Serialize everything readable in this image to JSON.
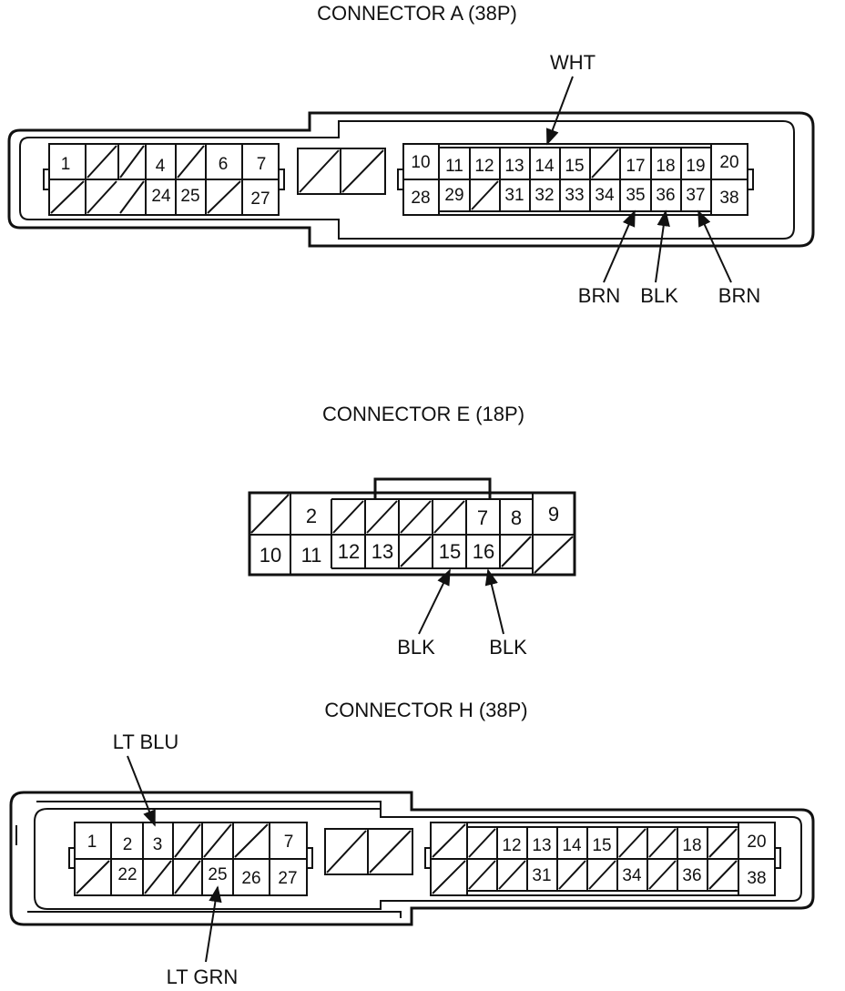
{
  "connector_a": {
    "title": "CONNECTOR A (38P)",
    "pins": [
      "1",
      "4",
      "6",
      "7",
      "24",
      "25",
      "27",
      "10",
      "11",
      "12",
      "13",
      "14",
      "15",
      "17",
      "18",
      "19",
      "20",
      "28",
      "29",
      "31",
      "32",
      "33",
      "34",
      "35",
      "36",
      "37",
      "38"
    ],
    "wires": {
      "wht": "WHT",
      "brn1": "BRN",
      "blk": "BLK",
      "brn2": "BRN"
    }
  },
  "connector_e": {
    "title": "CONNECTOR E (18P)",
    "pins": [
      "2",
      "7",
      "8",
      "9",
      "10",
      "11",
      "12",
      "13",
      "15",
      "16"
    ],
    "wires": {
      "blk1": "BLK",
      "blk2": "BLK"
    }
  },
  "connector_h": {
    "title": "CONNECTOR H (38P)",
    "pins": [
      "1",
      "2",
      "3",
      "7",
      "22",
      "25",
      "26",
      "27",
      "12",
      "13",
      "14",
      "15",
      "18",
      "20",
      "31",
      "34",
      "36",
      "38"
    ],
    "wires": {
      "lt_blu": "LT BLU",
      "lt_grn": "LT GRN"
    }
  }
}
